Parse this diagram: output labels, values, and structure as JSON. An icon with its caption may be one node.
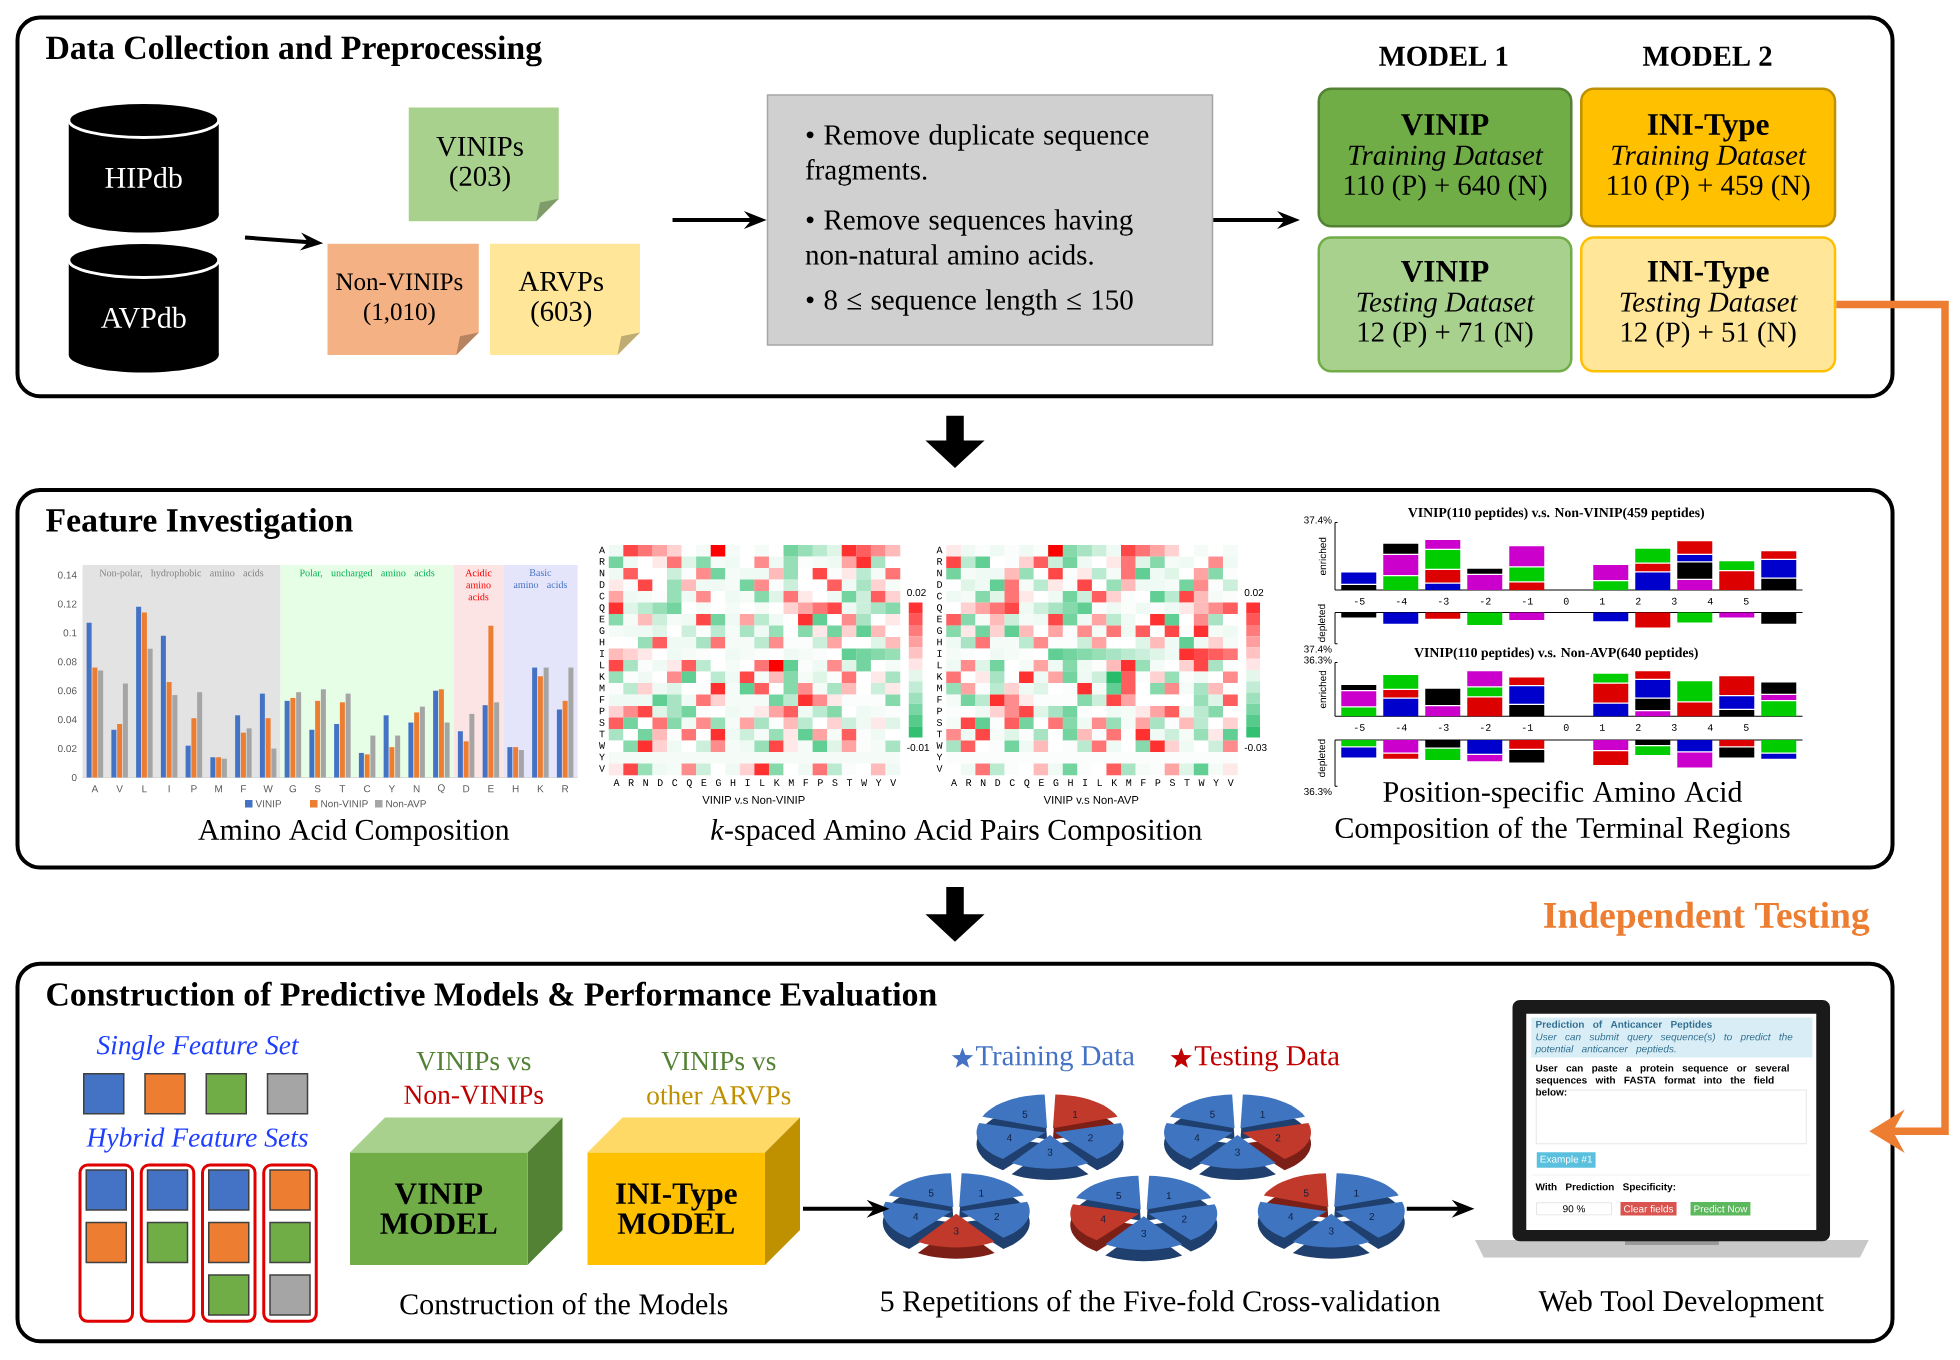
{
  "diagram": {
    "nodes": [
      {
        "text": [
          "Data Collection and Preprocessing"
        ]
      },
      {
        "text": [
          "HIPdb"
        ],
        "in": 0
      },
      {
        "text": [
          "AVPdb"
        ],
        "in": 0
      },
      {
        "text": [
          "VINIPs (203)"
        ],
        "in": 0
      },
      {
        "text": [
          "Non-VINIPs (1,010)"
        ],
        "in": 0
      },
      {
        "text": [
          "ARVPs (603)"
        ],
        "in": 0
      },
      {
        "text": [
          "• Remove duplicate sequence fragments.",
          "• Remove sequences having non-natural amino acids.",
          "• 8 ≤ sequence length ≤ 150"
        ],
        "in": 0
      },
      {
        "text": [
          "VINIP",
          "Training Dataset",
          "110 (P) + 640 (N)"
        ],
        "in": 0
      },
      {
        "text": [
          "INI-Type",
          "Training Dataset",
          "110 (P) + 459 (N)"
        ],
        "in": 0
      },
      {
        "text": [
          "VINIP",
          "Testing Dataset",
          "12 (P) + 71 (N)"
        ],
        "in": 0
      },
      {
        "text": [
          "INI-Type",
          "Testing Dataset",
          "12 (P) + 51 (N)"
        ],
        "in": 0
      },
      {
        "text": [
          "Feature Investigation"
        ]
      },
      {
        "text": [
          "Construction of Predictive Models & Performance Evaluation"
        ]
      },
      {
        "text": [
          "VINIP MODEL"
        ],
        "in": 12
      },
      {
        "text": [
          "INI-Type MODEL"
        ],
        "in": 12
      },
      {
        "text": [],
        "shape": "picture",
        "in": 12
      },
      {
        "text": [],
        "shape": "picture",
        "in": 12
      }
    ],
    "edges": [
      {
        "from": null,
        "to": 4,
        "arrow": "to"
      },
      {
        "from": null,
        "to": 6,
        "arrow": "to"
      },
      {
        "from": 6,
        "to": null,
        "arrow": "to"
      },
      {
        "from": 0,
        "to": 11,
        "arrow": "to",
        "style": "thick"
      },
      {
        "from": 11,
        "to": 12,
        "arrow": "to",
        "style": "thick"
      },
      {
        "from": 10,
        "to": 16,
        "arrow": "to",
        "label": "Independent Testing",
        "style": "thick",
        "color": "#ed7d31"
      },
      {
        "from": 14,
        "to": 15,
        "arrow": "to"
      },
      {
        "from": 15,
        "to": 16,
        "arrow": "to"
      }
    ],
    "labels": [
      "MODEL 1",
      "MODEL 2",
      "A R N D C Q E G H I L K M F P S T W Y V",
      "A R N D C Q E G H I L K M F P S T W Y V",
      "0.02",
      "-0.01",
      "VINIP v.s Non-VINIP",
      "A R N D C Q E G H I L K M F P S T W Y V",
      "A R N D C Q E G H I L K M F P S T W Y V",
      "0.02",
      "-0.03",
      "VINIP v.s Non-AVP",
      "VINIP(110 peptides) v.s. Non-VINIP(459 peptides)",
      "37.4%",
      "enriched",
      "-5 -4 -3 -2 -1 0 1 2 3 4 5",
      "depleted",
      "37.4%",
      "VINIP(110 peptides) v.s. Non-AVP(640 peptides)",
      "36.3%",
      "enriched",
      "-5 -4 -3 -2 -1 0 1 2 3 4 5",
      "depleted",
      "36.3%",
      "Amino Acid Composition",
      "*k*-spaced Amino Acid Pairs Composition",
      "Position-specific Amino Acid Composition of the Terminal Regions",
      "Single Feature Set",
      "Hybrid Feature Sets",
      "VINIPs vs",
      "Non-VINIPs",
      "VINIPs vs",
      "other ARVPs",
      "Construction of the Models",
      "5",
      "1",
      "4",
      "2",
      "3",
      "5",
      "1",
      "4",
      "2",
      "3",
      "5",
      "1",
      "4",
      "2",
      "3",
      "5",
      "1",
      "4",
      "2",
      "3",
      "5",
      "1",
      "4",
      "2",
      "3",
      "5 Repetitions of the Five-fold Cross-validation",
      "Prediction of Anticancer Peptides",
      "User can submit query sequence(s) to predict the potential anticancer peptieds.",
      "User can paste a protein sequence or several sequences with FASTA format into the field below:",
      "Example #1",
      "With Prediction Specificity:",
      "90 %",
      "Clear fields",
      "Predict Now",
      "Web Tool Development"
    ],
    "legend": [
      {
        "text": "Training Data",
        "color": "#4472c4"
      },
      {
        "text": "Testing Data",
        "color": "#c00000"
      }
    ],
    "chart_data": {
      "type": "bar",
      "categories": [
        "A",
        "V",
        "L",
        "I",
        "P",
        "M",
        "F",
        "W",
        "G",
        "S",
        "T",
        "C",
        "Y",
        "N",
        "Q",
        "D",
        "E",
        "H",
        "K",
        "R"
      ],
      "series": [
        {
          "name": "VINIP",
          "color": "#4472c4",
          "values": [
            0.107,
            0.033,
            0.118,
            0.098,
            0.022,
            0.014,
            0.043,
            0.058,
            0.053,
            0.033,
            0.037,
            0.017,
            0.043,
            0.038,
            0.06,
            0.032,
            0.05,
            0.021,
            0.076,
            0.047
          ]
        },
        {
          "name": "Non-VINIP",
          "color": "#ed7d31",
          "values": [
            0.076,
            0.037,
            0.114,
            0.066,
            0.041,
            0.014,
            0.031,
            0.041,
            0.055,
            0.053,
            0.052,
            0.016,
            0.021,
            0.045,
            0.061,
            0.025,
            0.105,
            0.021,
            0.07,
            0.053
          ]
        },
        {
          "name": "Non-AVP",
          "color": "#a5a5a5",
          "values": [
            0.074,
            0.065,
            0.089,
            0.057,
            0.059,
            0.013,
            0.034,
            0.02,
            0.059,
            0.061,
            0.058,
            0.029,
            0.029,
            0.049,
            0.038,
            0.044,
            0.052,
            0.019,
            0.076,
            0.076
          ]
        }
      ],
      "ylim": [
        0,
        0.14
      ],
      "yticks": [
        0,
        0.02,
        0.04,
        0.06,
        0.08,
        0.1,
        0.12,
        0.14
      ],
      "legend": true,
      "annotations": [
        {
          "text": "Non-polar, hydrophobic amino acids"
        },
        {
          "text": "Polar, uncharged amino acids"
        },
        {
          "text": "Acidic amino acids"
        },
        {
          "text": "Basic amino acids"
        }
      ]
    }
  }
}
